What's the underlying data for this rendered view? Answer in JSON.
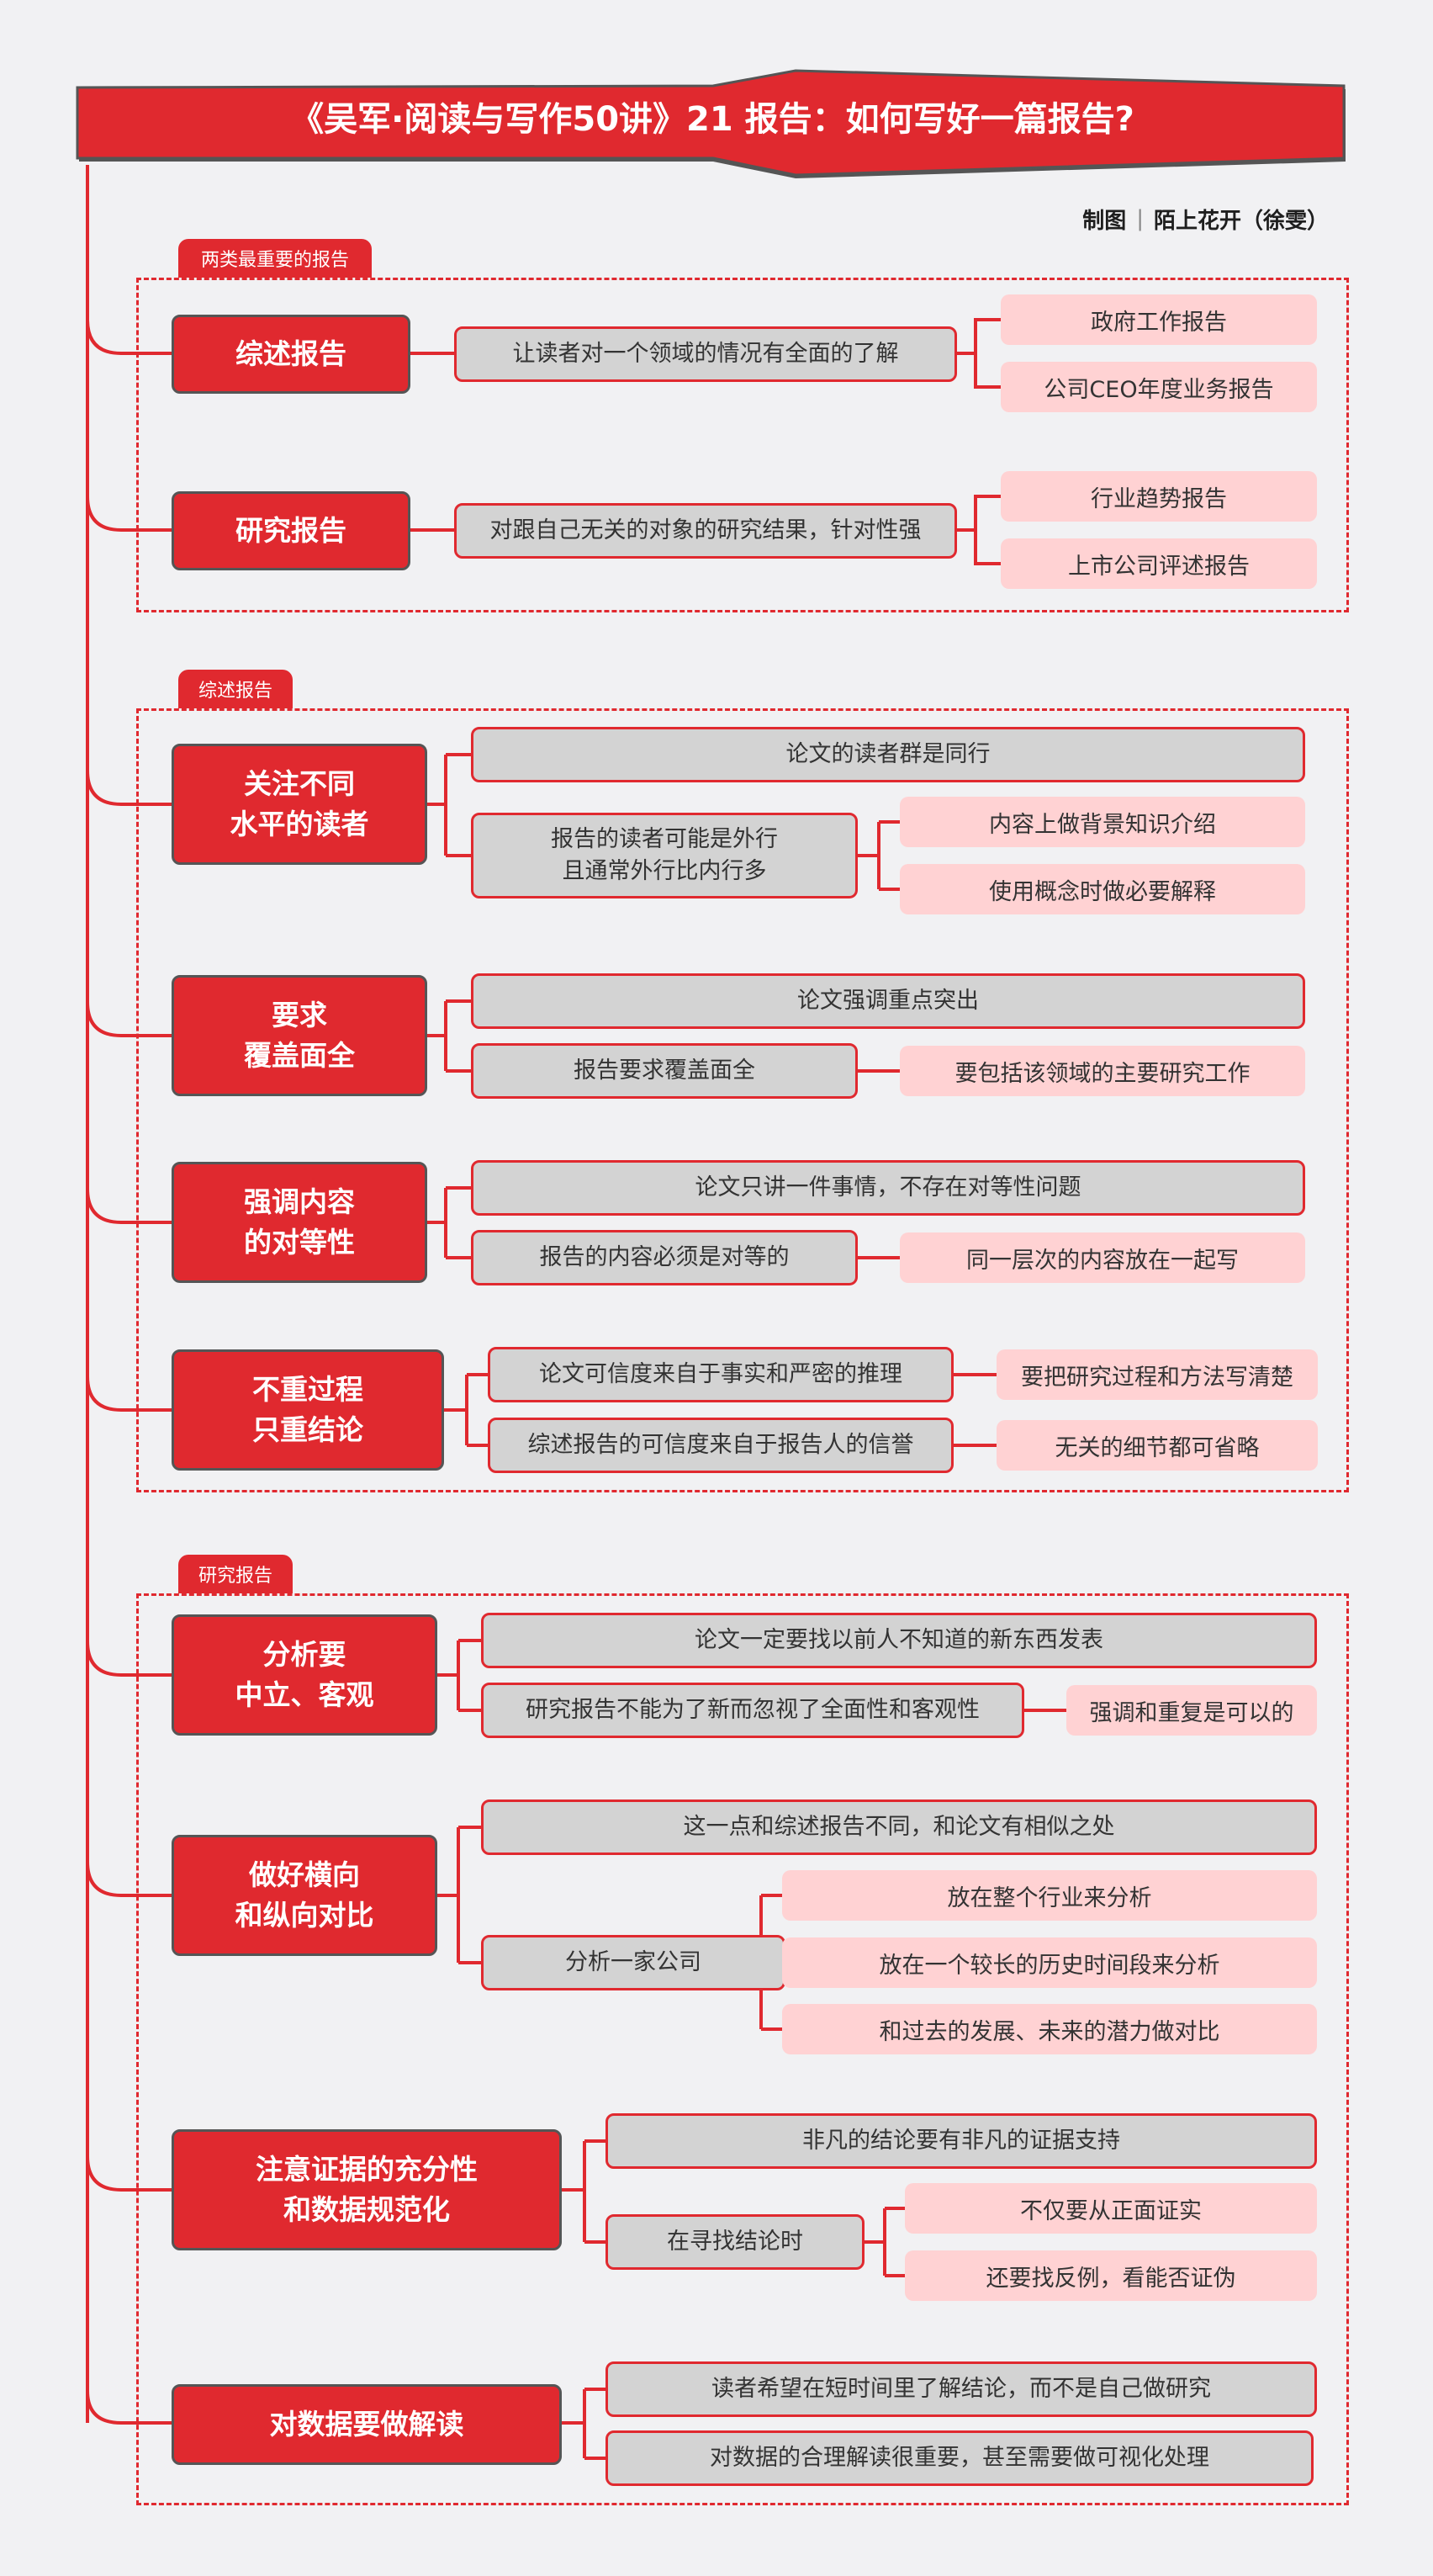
{
  "title": "《吴军·阅读与写作50讲》21 报告：如何写好一篇报告?",
  "credit": {
    "label": "制图",
    "separator": "|",
    "author": "陌上花开（徐雯）"
  },
  "colors": {
    "accent": "#e0292f",
    "pink": "#ffd2d3",
    "gray": "#d3d3d3",
    "background": "#f1f1f3"
  },
  "sections": [
    {
      "tab": "两类最重要的报告",
      "topics": [
        {
          "label": "综述报告",
          "desc": "让读者对一个领域的情况有全面的了解",
          "examples": [
            "政府工作报告",
            "公司CEO年度业务报告"
          ]
        },
        {
          "label": "研究报告",
          "desc": "对跟自己无关的对象的研究结果，针对性强",
          "examples": [
            "行业趋势报告",
            "上市公司评述报告"
          ]
        }
      ]
    },
    {
      "tab": "综述报告",
      "topics": [
        {
          "label": [
            "关注不同",
            "水平的读者"
          ],
          "points": [
            {
              "text": "论文的读者群是同行"
            },
            {
              "text": [
                "报告的读者可能是外行",
                "且通常外行比内行多"
              ],
              "details": [
                "内容上做背景知识介绍",
                "使用概念时做必要解释"
              ]
            }
          ]
        },
        {
          "label": [
            "要求",
            "覆盖面全"
          ],
          "points": [
            {
              "text": "论文强调重点突出"
            },
            {
              "text": "报告要求覆盖面全",
              "details": [
                "要包括该领域的主要研究工作"
              ]
            }
          ]
        },
        {
          "label": [
            "强调内容",
            "的对等性"
          ],
          "points": [
            {
              "text": "论文只讲一件事情，不存在对等性问题"
            },
            {
              "text": "报告的内容必须是对等的",
              "details": [
                "同一层次的内容放在一起写"
              ]
            }
          ]
        },
        {
          "label": [
            "不重过程",
            "只重结论"
          ],
          "points": [
            {
              "text": "论文可信度来自于事实和严密的推理",
              "details": [
                "要把研究过程和方法写清楚"
              ]
            },
            {
              "text": "综述报告的可信度来自于报告人的信誉",
              "details": [
                "无关的细节都可省略"
              ]
            }
          ]
        }
      ]
    },
    {
      "tab": "研究报告",
      "topics": [
        {
          "label": [
            "分析要",
            "中立、客观"
          ],
          "points": [
            {
              "text": "论文一定要找以前人不知道的新东西发表"
            },
            {
              "text": "研究报告不能为了新而忽视了全面性和客观性",
              "details": [
                "强调和重复是可以的"
              ]
            }
          ]
        },
        {
          "label": [
            "做好横向",
            "和纵向对比"
          ],
          "points": [
            {
              "text": "这一点和综述报告不同，和论文有相似之处"
            },
            {
              "text": "分析一家公司",
              "details": [
                "放在整个行业来分析",
                "放在一个较长的历史时间段来分析",
                "和过去的发展、未来的潜力做对比"
              ]
            }
          ]
        },
        {
          "label": [
            "注意证据的充分性",
            "和数据规范化"
          ],
          "points": [
            {
              "text": "非凡的结论要有非凡的证据支持"
            },
            {
              "text": "在寻找结论时",
              "details": [
                "不仅要从正面证实",
                "还要找反例，看能否证伪"
              ]
            }
          ]
        },
        {
          "label": [
            "对数据要做解读"
          ],
          "points": [
            {
              "text": "读者希望在短时间里了解结论，而不是自己做研究"
            },
            {
              "text": "对数据的合理解读很重要，甚至需要做可视化处理"
            }
          ]
        }
      ]
    }
  ]
}
